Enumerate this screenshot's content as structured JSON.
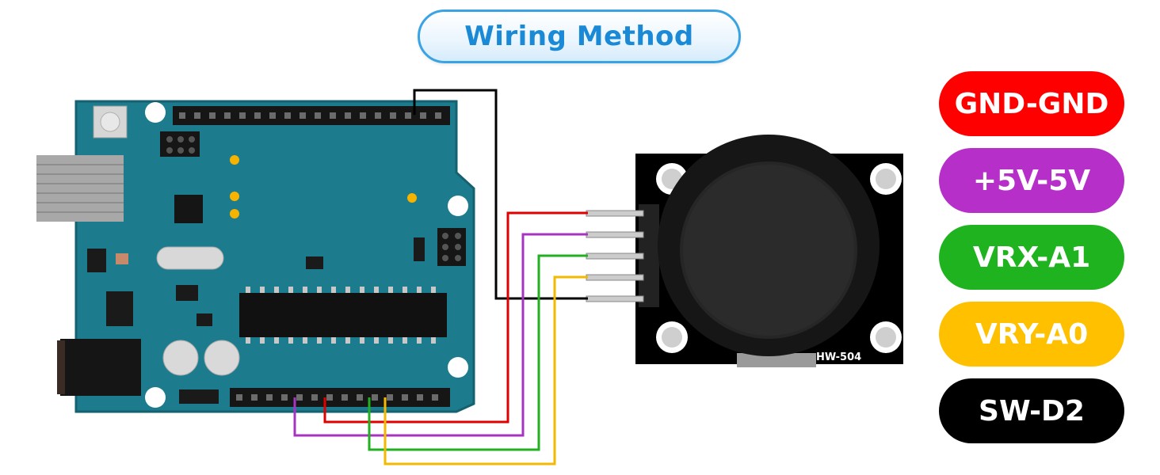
{
  "title": "Wiring Method",
  "module_label": "HW-504",
  "legend": [
    {
      "label": "GND-GND",
      "color": "#ff0000"
    },
    {
      "label": "+5V-5V",
      "color": "#b62fc9"
    },
    {
      "label": "VRX-A1",
      "color": "#1fb41f"
    },
    {
      "label": "VRY-A0",
      "color": "#ffc000"
    },
    {
      "label": "SW-D2",
      "color": "#000000"
    }
  ],
  "colors": {
    "board": "#1c7c8e",
    "board_edge": "#15616f",
    "module": "#000000",
    "wire_black": "#000000",
    "wire_red": "#e00000",
    "wire_purple": "#a734c0",
    "wire_green": "#22b022",
    "wire_yellow": "#f5b800"
  }
}
